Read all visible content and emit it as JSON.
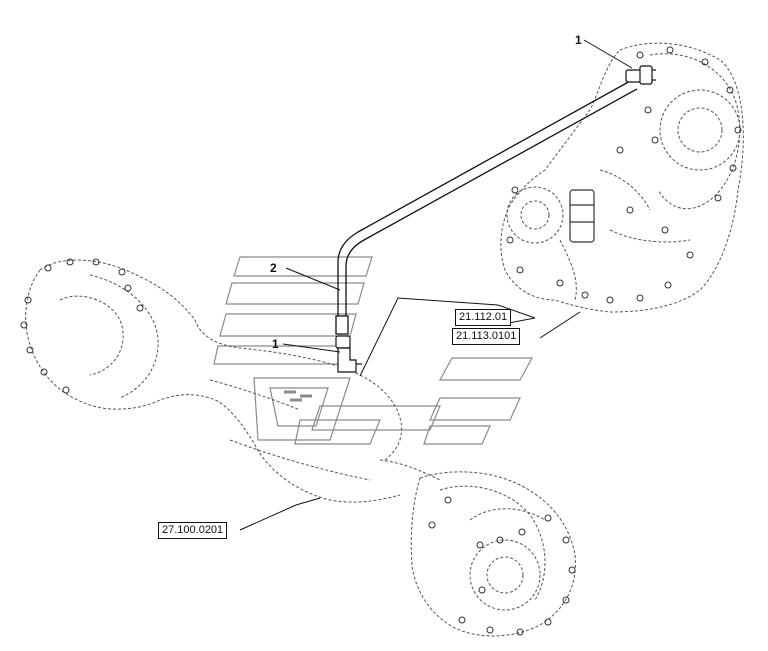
{
  "callouts": {
    "item_1_top": "1",
    "item_2": "2",
    "item_1_bottom": "1"
  },
  "references": {
    "ref_21_112": "21.112.01",
    "ref_21_113": "21.113.0101",
    "ref_27_100": "27.100.0201"
  },
  "colors": {
    "line": "#111111",
    "dashed_outline": "#666666",
    "watermark": "#888888"
  }
}
